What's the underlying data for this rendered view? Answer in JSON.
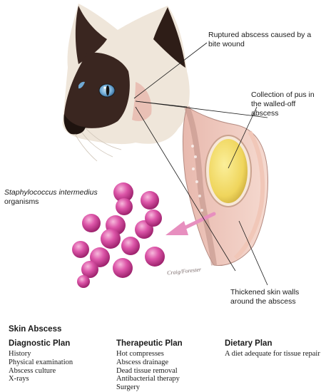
{
  "callouts": {
    "ruptured": "Ruptured abscess caused by a bite wound",
    "pus": "Collection of pus in the walled-off abscess",
    "thickened": "Thickened skin walls around the abscess",
    "organism_name": "Staphylococcus intermedius",
    "organism_label": "organisms"
  },
  "signature": "Craig/Forester",
  "legend": {
    "title": "Skin Abscess",
    "plans": [
      {
        "heading": "Diagnostic Plan",
        "items": [
          "History",
          "Physical examination",
          "Abscess culture",
          "X-rays"
        ]
      },
      {
        "heading": "Therapeutic Plan",
        "items": [
          "Hot compresses",
          "Abscess drainage",
          "Dead tissue removal",
          "Antibacterial therapy",
          "Surgery"
        ]
      },
      {
        "heading": "Dietary Plan",
        "items": [
          "A diet adequate for tissue repair"
        ]
      }
    ]
  },
  "colors": {
    "cat_fur_light": "#efe6da",
    "cat_fur_dark": "#2e1d17",
    "cat_eye": "#6fa9d4",
    "skin_pink": "#efc3b8",
    "pus_yellow": "#f3df6e",
    "bacteria_magenta": "#d84fa3",
    "arrow_pink": "#e78fbf"
  }
}
